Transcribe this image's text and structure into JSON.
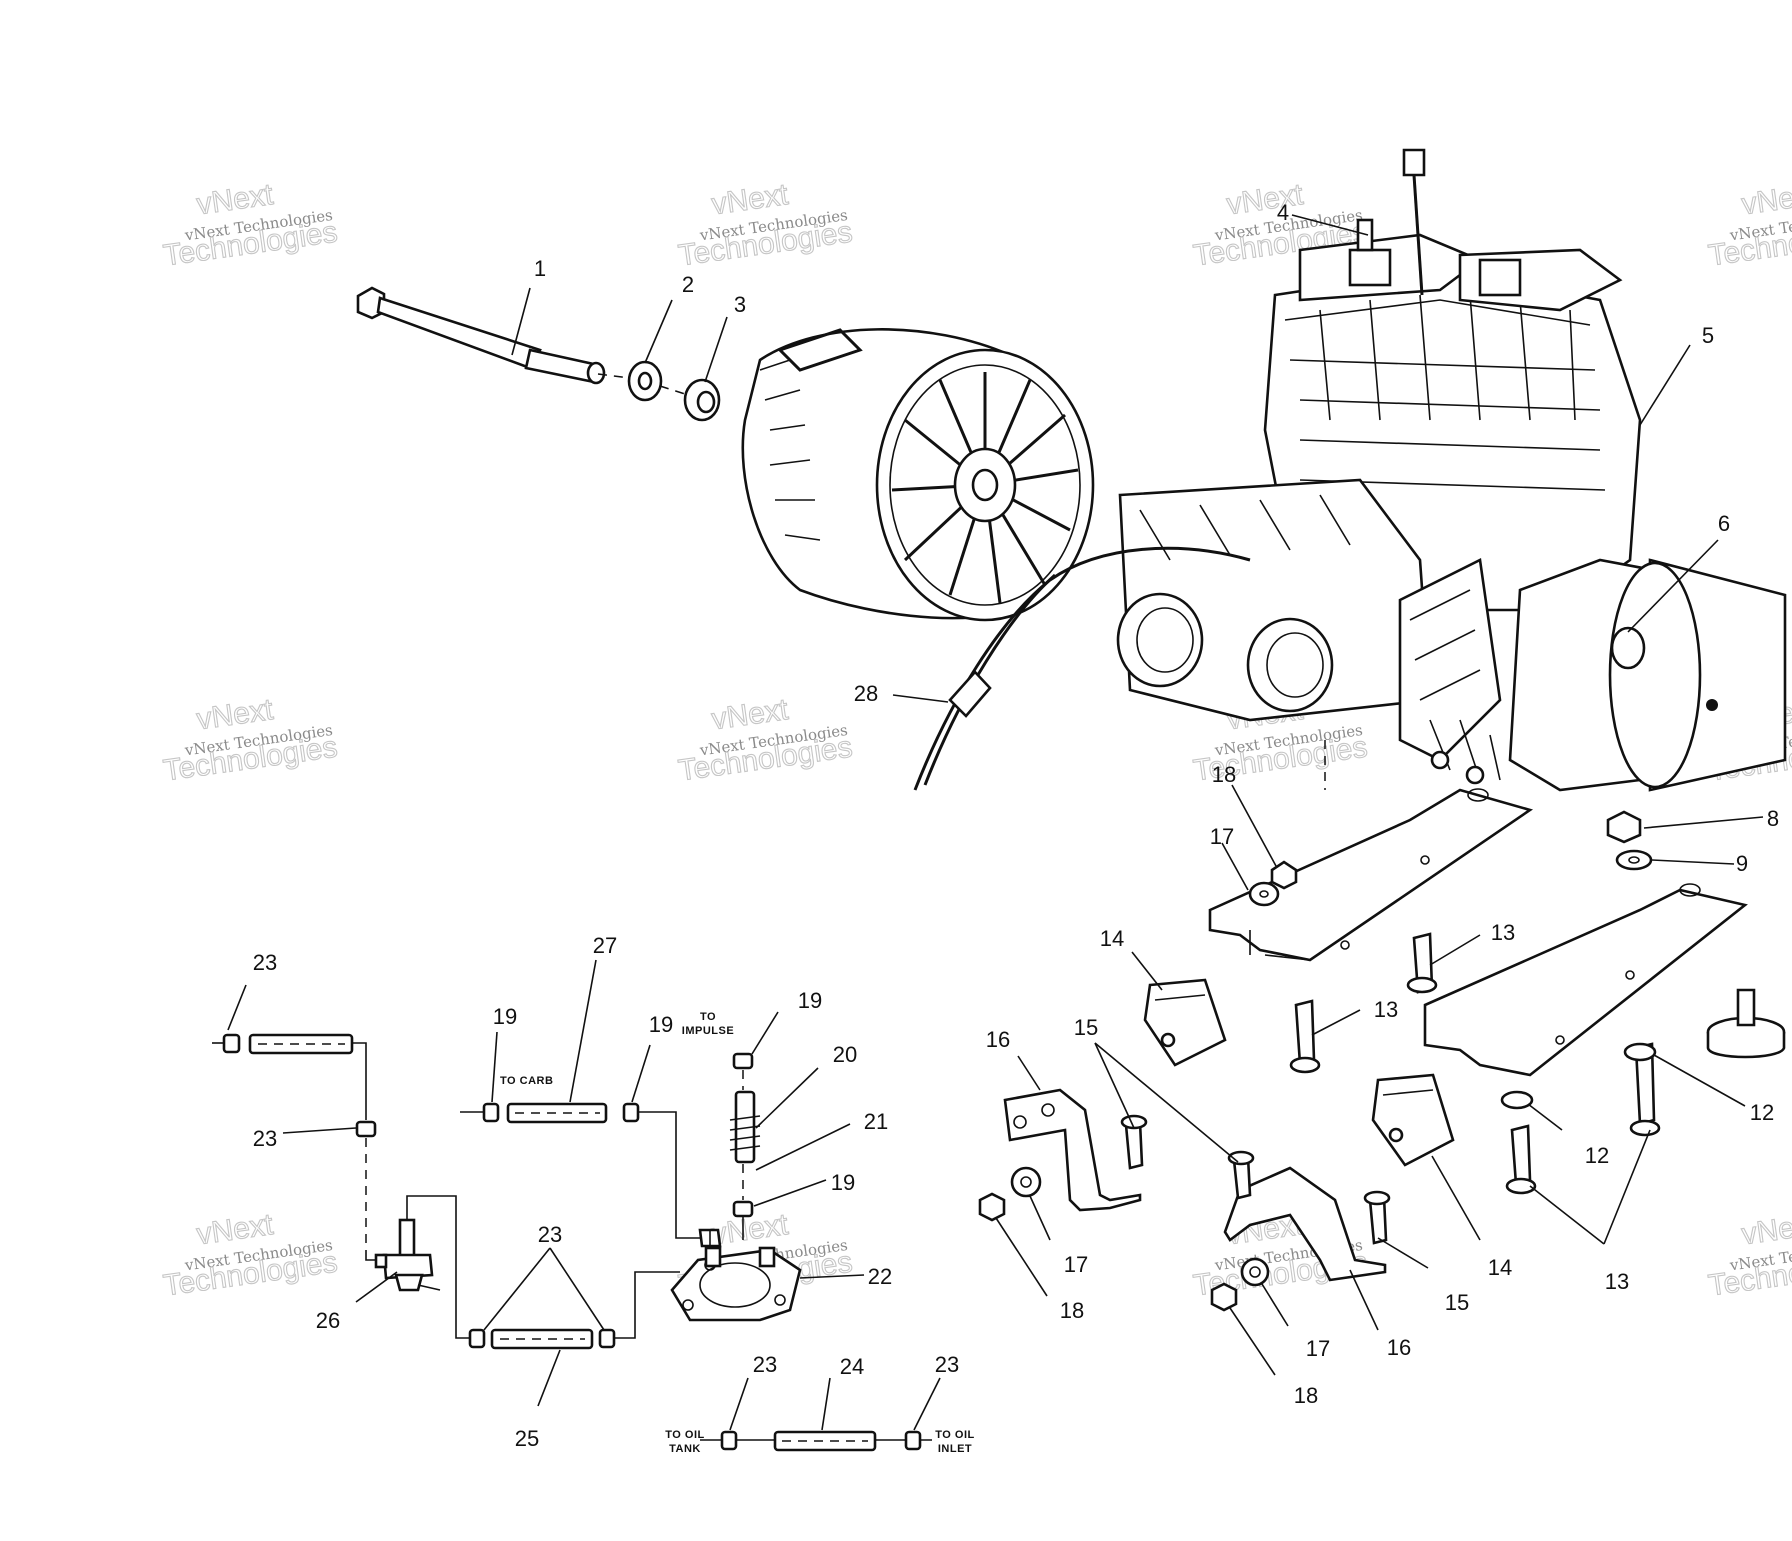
{
  "watermark": {
    "line_small": "vNext Technologies",
    "line_big_1": "vNext",
    "line_big_2": "Technologies"
  },
  "callouts": [
    {
      "id": "c1",
      "text": "1"
    },
    {
      "id": "c2",
      "text": "2"
    },
    {
      "id": "c3",
      "text": "3"
    },
    {
      "id": "c4",
      "text": "4"
    },
    {
      "id": "c5",
      "text": "5"
    },
    {
      "id": "c6",
      "text": "6"
    },
    {
      "id": "c28",
      "text": "28"
    },
    {
      "id": "c18a",
      "text": "18"
    },
    {
      "id": "c17a",
      "text": "17"
    },
    {
      "id": "c8",
      "text": "8"
    },
    {
      "id": "c9",
      "text": "9"
    },
    {
      "id": "c14a",
      "text": "14"
    },
    {
      "id": "c13a",
      "text": "13"
    },
    {
      "id": "c13b",
      "text": "13"
    },
    {
      "id": "c16a",
      "text": "16"
    },
    {
      "id": "c15a",
      "text": "15"
    },
    {
      "id": "c12a",
      "text": "12"
    },
    {
      "id": "c12b",
      "text": "12"
    },
    {
      "id": "c17b",
      "text": "17"
    },
    {
      "id": "c18b",
      "text": "18"
    },
    {
      "id": "c14b",
      "text": "14"
    },
    {
      "id": "c15b",
      "text": "15"
    },
    {
      "id": "c13c",
      "text": "13"
    },
    {
      "id": "c17c",
      "text": "17"
    },
    {
      "id": "c16b",
      "text": "16"
    },
    {
      "id": "c18c",
      "text": "18"
    },
    {
      "id": "c23a",
      "text": "23"
    },
    {
      "id": "c23b",
      "text": "23"
    },
    {
      "id": "c26",
      "text": "26"
    },
    {
      "id": "c23c",
      "text": "23"
    },
    {
      "id": "c25",
      "text": "25"
    },
    {
      "id": "c19a",
      "text": "19"
    },
    {
      "id": "c27",
      "text": "27"
    },
    {
      "id": "c19b",
      "text": "19"
    },
    {
      "id": "c19c",
      "text": "19"
    },
    {
      "id": "c20",
      "text": "20"
    },
    {
      "id": "c21",
      "text": "21"
    },
    {
      "id": "c19d",
      "text": "19"
    },
    {
      "id": "c22",
      "text": "22"
    },
    {
      "id": "c23d",
      "text": "23"
    },
    {
      "id": "c24",
      "text": "24"
    },
    {
      "id": "c23e",
      "text": "23"
    }
  ],
  "notes": {
    "to_carb": "TO CARB",
    "to_impulse_1": "TO",
    "to_impulse_2": "IMPULSE",
    "to_oil_tank_1": "TO OIL",
    "to_oil_tank_2": "TANK",
    "to_oil_inlet_1": "TO OIL",
    "to_oil_inlet_2": "INLET"
  }
}
